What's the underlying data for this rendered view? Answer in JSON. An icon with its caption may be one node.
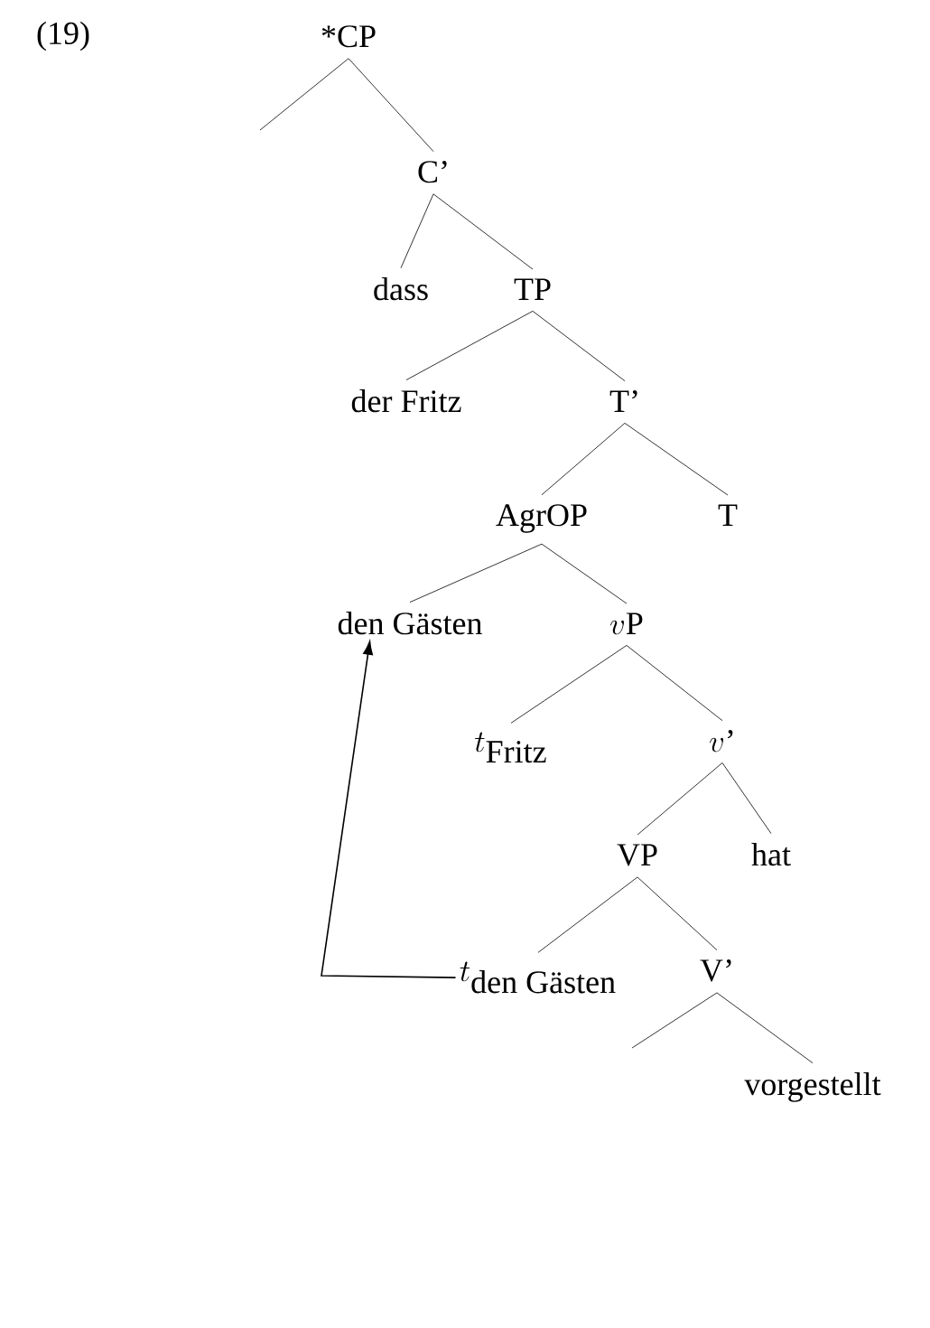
{
  "diagram": {
    "nodes": [
      {
        "text": [
          "*CP"
        ]
      },
      {
        "text": [
          "C’"
        ]
      },
      {
        "text": [
          "dass"
        ]
      },
      {
        "text": [
          "TP"
        ]
      },
      {
        "text": [
          "der Fritz"
        ]
      },
      {
        "text": [
          "T’"
        ]
      },
      {
        "text": [
          "AgrOP"
        ]
      },
      {
        "text": [
          "T"
        ]
      },
      {
        "text": [
          "den Gästen"
        ]
      },
      {
        "text": [
          "v\\textrm{P}"
        ]
      },
      {
        "text": [
          "t_{\\textrm{Fritz}}"
        ]
      },
      {
        "text": [
          "v\\textrm{’}"
        ]
      },
      {
        "text": [
          "VP"
        ]
      },
      {
        "text": [
          "hat"
        ]
      },
      {
        "text": [
          "t_{\\textrm{den Gästen}}"
        ]
      },
      {
        "text": [
          "V’"
        ]
      },
      {
        "text": [
          "vorgestellt"
        ]
      }
    ],
    "edges": [
      {
        "from": 0,
        "to": null,
        "arrow": "none"
      },
      {
        "from": 0,
        "to": 1,
        "arrow": "none"
      },
      {
        "from": 1,
        "to": 2,
        "arrow": "none"
      },
      {
        "from": 1,
        "to": 3,
        "arrow": "none"
      },
      {
        "from": 3,
        "to": 4,
        "arrow": "none"
      },
      {
        "from": 3,
        "to": 5,
        "arrow": "none"
      },
      {
        "from": 5,
        "to": 6,
        "arrow": "none"
      },
      {
        "from": 5,
        "to": 7,
        "arrow": "none"
      },
      {
        "from": 6,
        "to": 8,
        "arrow": "none"
      },
      {
        "from": 6,
        "to": 9,
        "arrow": "none"
      },
      {
        "from": 9,
        "to": 10,
        "arrow": "none"
      },
      {
        "from": 9,
        "to": 11,
        "arrow": "none"
      },
      {
        "from": 11,
        "to": 12,
        "arrow": "none"
      },
      {
        "from": 11,
        "to": 13,
        "arrow": "none"
      },
      {
        "from": 12,
        "to": 14,
        "arrow": "none"
      },
      {
        "from": 12,
        "to": 15,
        "arrow": "none"
      },
      {
        "from": 15,
        "to": null,
        "arrow": "none"
      },
      {
        "from": 15,
        "to": 16,
        "arrow": "none"
      },
      {
        "from": 14,
        "to": 8,
        "arrow": "to"
      }
    ],
    "labels": [
      "(19)"
    ]
  }
}
